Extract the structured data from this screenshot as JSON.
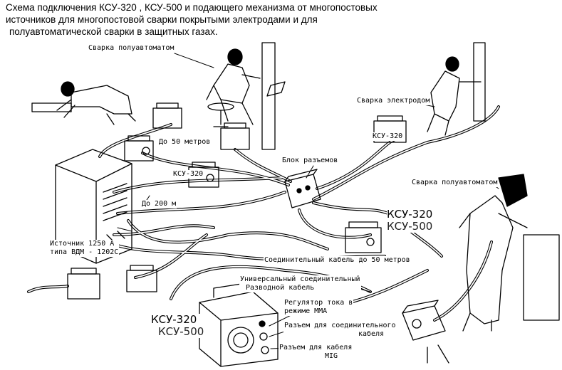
{
  "title": {
    "line1": "Схема подключения КСУ-320 , КСУ-500 и подающего механизма от многопостовых",
    "line2": "источников для многопостовой сварки покрытыми электродами и для",
    "line3": "полуавтоматической сварки в защитных газах."
  },
  "labels": {
    "svarka_poluavtomatom_top": "Сварка полуавтоматом",
    "svarka_elektrodom": "Сварка электродом",
    "do_50_metrov": "До 50 метров",
    "blok_razemov": "Блок разъемов",
    "ksu_320_small_left": "КСУ-320",
    "ksu_320_small_right": "КСУ-320",
    "do_200_m": "До 200 м",
    "svarka_poluavtomatom_right": "Сварка полуавтоматом",
    "istochnik_line1": "Источник 1250 А",
    "istochnik_line2": "типа ВДМ - 1202С",
    "soed_kabel": "Соединительный кабель до 50 метров",
    "universal_line1": "Универсальный соединительный",
    "universal_line2": "Разводной кабель",
    "regulator_line1": "Регулятор тока в",
    "regulator_line2": "режиме ММА",
    "razem_soed_line1": "Разъем для соединительного",
    "razem_soed_line2": "кабеля",
    "razem_mig_line1": "Разъем  для  кабеля",
    "razem_mig_line2": "MIG"
  },
  "model_labels": {
    "right": {
      "line1": "КСУ-320",
      "line2": "КСУ-500"
    },
    "bottom": {
      "line1": "КСУ-320",
      "line2": "КСУ-500"
    }
  }
}
